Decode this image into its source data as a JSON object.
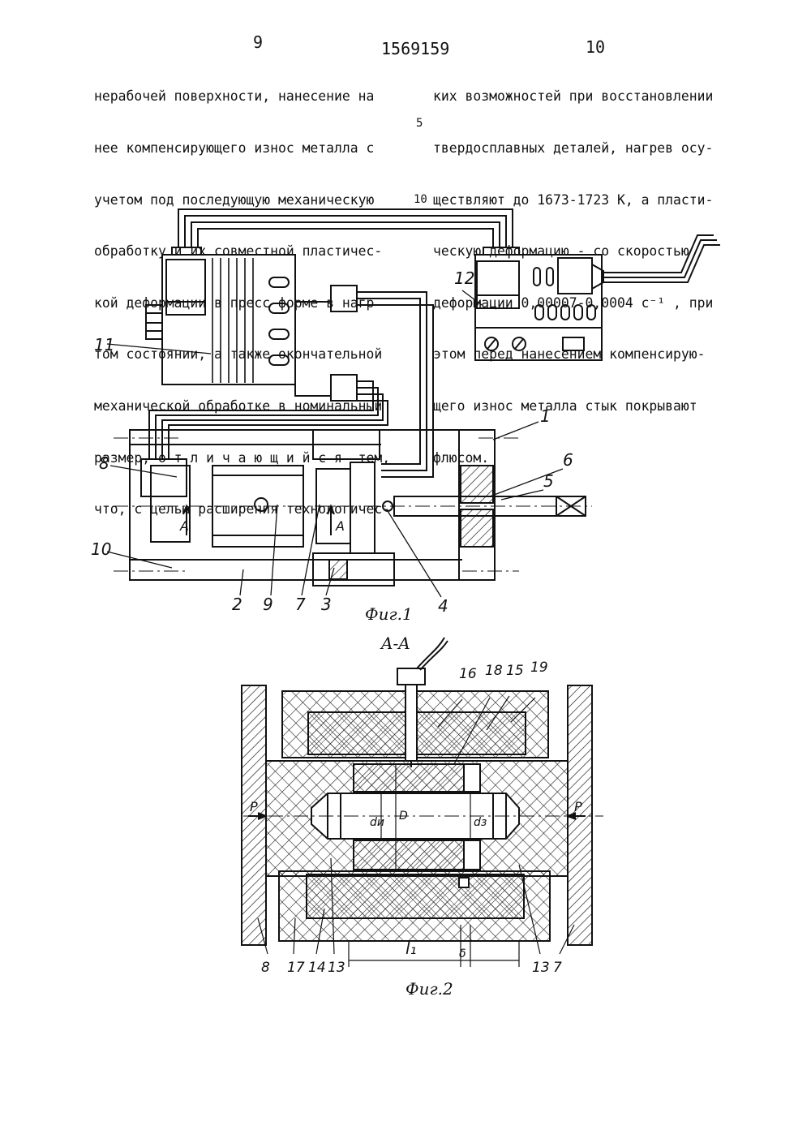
{
  "header": {
    "page_left": "9",
    "patent_number": "1569159",
    "page_right": "10"
  },
  "left_column": [
    "нерабочей поверхности, нанесение на",
    "нее компенсирующего износ металла с",
    "учетом под последующую механическую",
    "обработку и их совместной пластичес-",
    "кой деформации в пресс-форме в нагр",
    "том состоянии, а также окончательной",
    "механической обработке в номинальный",
    "размер, о т л и ч а ю щ и й с я  тем,",
    "что, с целью расширения технологичес-"
  ],
  "right_column": [
    "ких возможностей при восстановлении",
    "твердосплавных деталей, нагрев осу-",
    "ществляют до 1673-1723 К, а пласти-",
    "ческую деформацию - со скоростью",
    "деформации 0,00007-0,0004 с⁻¹ , при",
    "этом перед нанесением компенсирую-",
    "щего износ металла стык покрывают",
    "флюсом."
  ],
  "line_numbers": {
    "five": "5",
    "ten": "10"
  },
  "fig1": {
    "caption": "Фиг.1",
    "labels": {
      "l1": "1",
      "l2": "2",
      "l3": "3",
      "l4": "4",
      "l5": "5",
      "l6": "6",
      "l7": "7",
      "l8": "8",
      "l9": "9",
      "l10": "10",
      "l11": "11",
      "l12": "12",
      "section_a1": "A",
      "section_a2": "A"
    }
  },
  "fig2": {
    "caption": "Фиг.2",
    "section_title": "A-A",
    "labels": {
      "l16": "16",
      "l18": "18",
      "l15": "15",
      "l19": "19",
      "l8": "8",
      "l17": "17",
      "l14": "14",
      "l13a": "13",
      "l13b": "13",
      "l7": "7",
      "p_left": "P",
      "p_right": "P",
      "du": "dи",
      "D": "D",
      "dz": "dз",
      "l1": "l₁",
      "delta": "δ"
    }
  }
}
